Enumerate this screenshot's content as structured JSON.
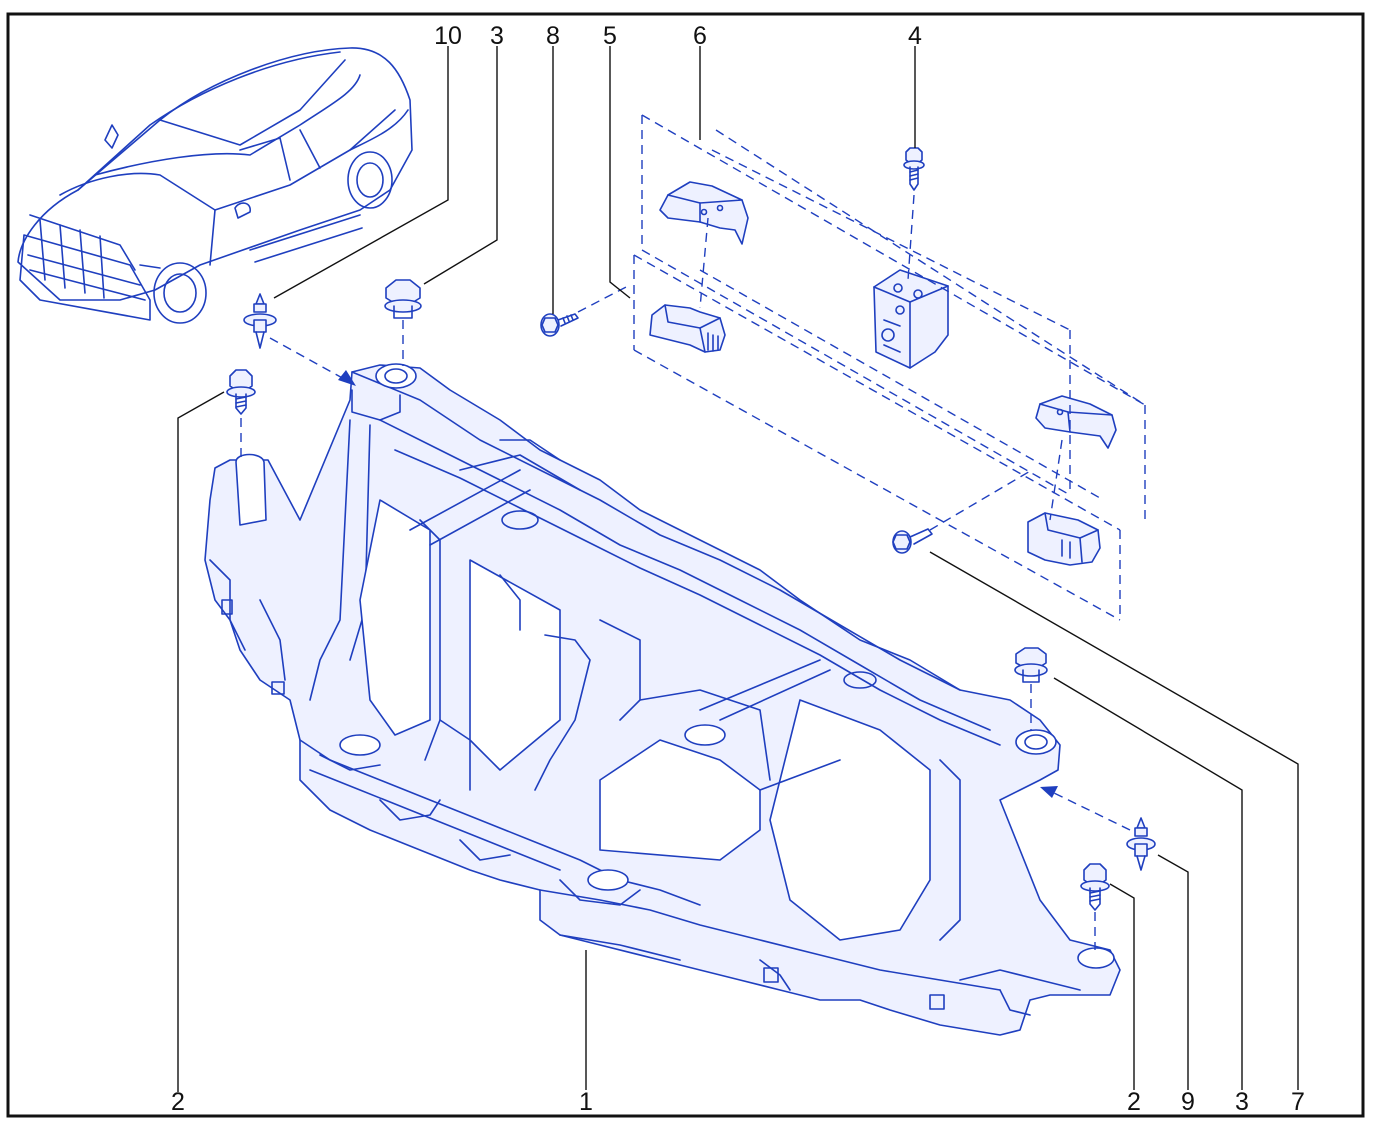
{
  "diagram": {
    "colors": {
      "line": "#1f3fbf",
      "fill": "#eef1ff",
      "label": "#111111",
      "border": "#111111",
      "background": "#ffffff"
    },
    "callouts": {
      "c10_top": "10",
      "c3_top": "3",
      "c8_top": "8",
      "c5_top": "5",
      "c6_top": "6",
      "c4_top": "4",
      "c2_left": "2",
      "c1_bottom": "1",
      "c2_right": "2",
      "c9_right": "9",
      "c3_right": "3",
      "c7_right": "7"
    },
    "parts": [
      {
        "id": "1",
        "icon": "front-end-carrier-panel"
      },
      {
        "id": "2",
        "icon": "bolt"
      },
      {
        "id": "3",
        "icon": "collar-bolt"
      },
      {
        "id": "4",
        "icon": "screw"
      },
      {
        "id": "5",
        "icon": "bracket"
      },
      {
        "id": "6",
        "icon": "clip-bracket"
      },
      {
        "id": "7",
        "icon": "flange-screw"
      },
      {
        "id": "8",
        "icon": "flange-screw"
      },
      {
        "id": "9",
        "icon": "locating-pin"
      },
      {
        "id": "10",
        "icon": "locating-pin"
      }
    ],
    "inset": {
      "icon": "car-location-inset"
    }
  }
}
